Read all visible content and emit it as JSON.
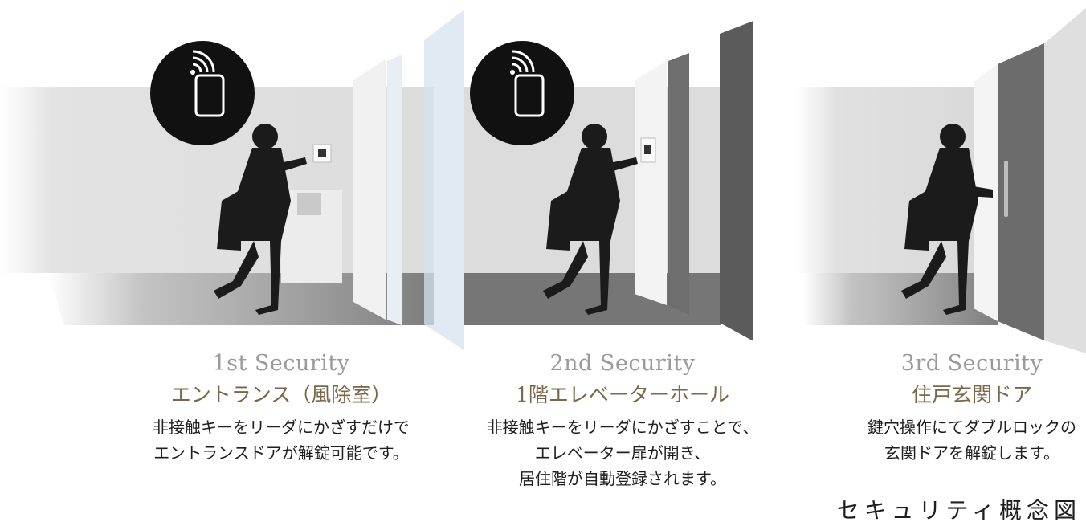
{
  "stages": [
    {
      "label_en": "1st Security",
      "title": "エントランス（風除室）",
      "description_lines": [
        "非接触キーをリーダにかざすだけで",
        "エントランスドアが解錠可能です。"
      ]
    },
    {
      "label_en": "2nd Security",
      "title": "1階エレベーターホール",
      "description_lines": [
        "非接触キーをリーダにかざすことで、",
        "エレベーター扉が開き、",
        "居住階が自動登録されます。"
      ]
    },
    {
      "label_en": "3rd Security",
      "title": "住戸玄関ドア",
      "description_lines": [
        "鍵穴操作にてダブルロックの",
        "玄関ドアを解錠します。"
      ]
    }
  ],
  "diagram_caption": "セキュリティ概念図",
  "icons": [
    "contactless-phone-icon",
    "contactless-phone-icon"
  ],
  "colors": {
    "title": "#7a6649",
    "label_en": "#9a9a9a",
    "text": "#1e1e1e"
  }
}
